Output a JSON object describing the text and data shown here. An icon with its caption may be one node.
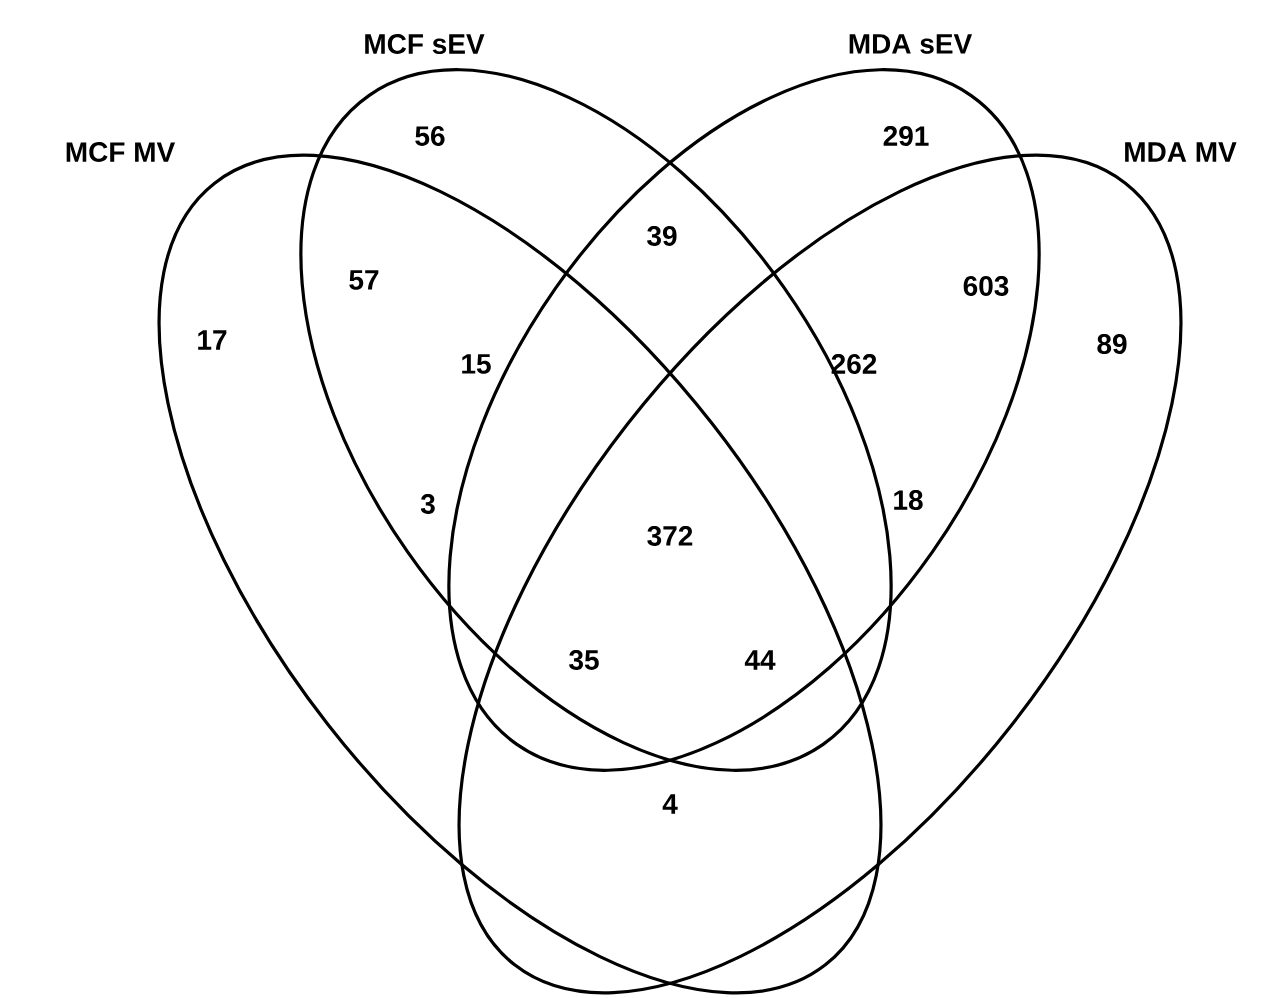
{
  "diagram": {
    "nodes": [
      {
        "text": [
          "MCF sEV"
        ]
      },
      {
        "text": [
          "MDA sEV"
        ]
      },
      {
        "text": [
          "MCF MV"
        ]
      },
      {
        "text": [
          "MDA MV"
        ]
      }
    ],
    "labels": [
      "56",
      "291",
      "39",
      "57",
      "603",
      "17",
      "15",
      "262",
      "89",
      "3",
      "372",
      "18",
      "35",
      "44",
      "4"
    ]
  }
}
